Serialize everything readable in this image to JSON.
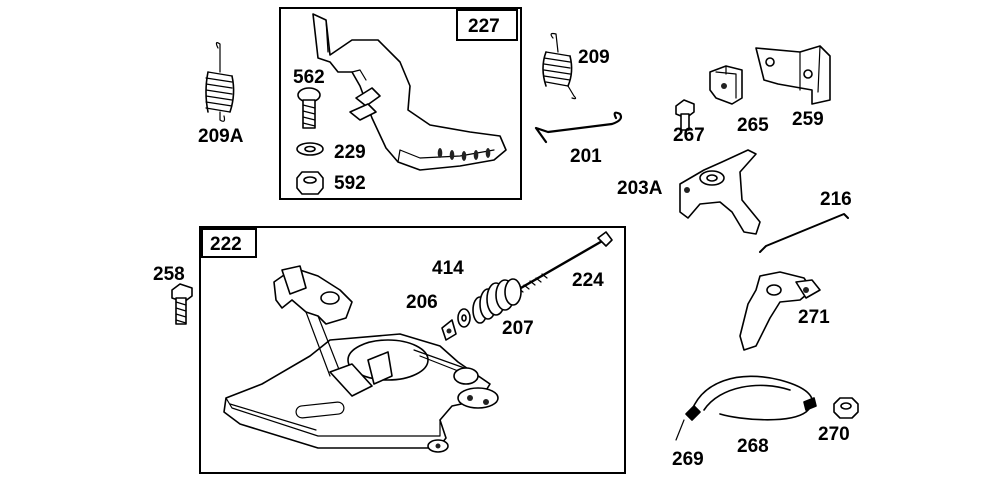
{
  "diagram": {
    "boxes": [
      {
        "id": "box-227",
        "label": "227"
      },
      {
        "id": "box-222",
        "label": "222"
      }
    ],
    "labels": {
      "p209A": "209A",
      "p562": "562",
      "p229": "229",
      "p592": "592",
      "p209": "209",
      "p201": "201",
      "p267": "267",
      "p265": "265",
      "p259": "259",
      "p203A": "203A",
      "p216": "216",
      "p258": "258",
      "p414": "414",
      "p206": "206",
      "p207": "207",
      "p224": "224",
      "p271": "271",
      "p269": "269",
      "p268": "268",
      "p270": "270"
    },
    "colors": {
      "ink": "#000000",
      "paper": "#ffffff"
    }
  }
}
